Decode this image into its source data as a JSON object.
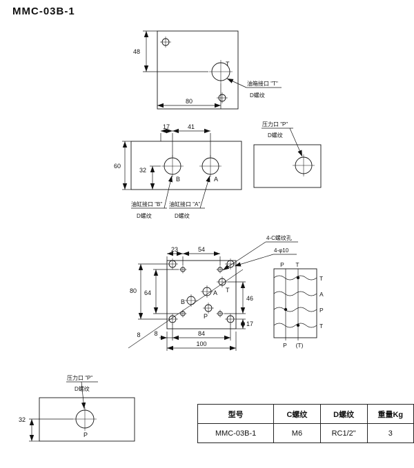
{
  "title": "MMC-03B-1",
  "top_view": {
    "dim_height": "48",
    "dim_width": "80",
    "port_t": "T",
    "leader_line1": "油箱接口 \"T\"",
    "leader_line2": "D螺纹"
  },
  "front_view": {
    "dim_17": "17",
    "dim_41": "41",
    "dim_60": "60",
    "dim_32": "32",
    "port_b": "B",
    "port_a": "A",
    "leader_b1": "油缸接口 \"B\"",
    "leader_b2": "D螺纹",
    "leader_a1": "油缸接口 \"A\"",
    "leader_a2": "D螺纹"
  },
  "right_view": {
    "leader1": "压力口 \"P\"",
    "leader2": "D螺纹"
  },
  "bottom_view": {
    "dim_23": "23",
    "dim_54": "54",
    "dim_80": "80",
    "dim_64": "64",
    "dim_46": "46",
    "dim_17": "17",
    "dim_8a": "8",
    "dim_8b": "8",
    "dim_84": "84",
    "dim_100": "100",
    "port_b": "B",
    "port_a": "A",
    "port_t": "T",
    "port_p": "P",
    "leader_thread": "4-C螺纹孔",
    "leader_holes": "4-φ10"
  },
  "symbol": {
    "top_p": "P",
    "top_t": "T",
    "right_t1": "T",
    "right_a": "A",
    "right_p": "P",
    "right_t2": "T",
    "bottom_p": "P",
    "bottom_t": "(T)"
  },
  "side_view": {
    "dim_32": "32",
    "port_p": "P",
    "leader1": "压力口 \"P\"",
    "leader2": "D螺纹"
  },
  "table": {
    "headers": [
      "型号",
      "C螺纹",
      "D螺纹",
      "重量Kg"
    ],
    "row": [
      "MMC-03B-1",
      "M6",
      "RC1/2\"",
      "3"
    ]
  }
}
